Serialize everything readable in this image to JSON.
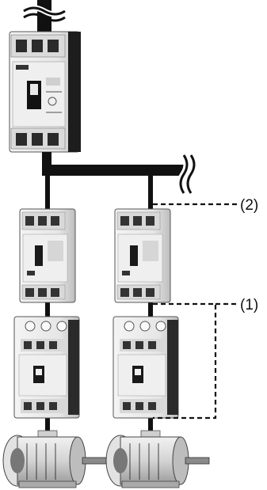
{
  "labels": {
    "l2": "(2)",
    "l1": "(1)"
  },
  "colors": {
    "wire": "#111111",
    "device_body": "#e8e8e8",
    "device_shadow": "#bdbdbd",
    "device_dark": "#2a2a2a",
    "motor_body": "#d6d6d6"
  },
  "components": {
    "main_breaker": "molded-case-circuit-breaker",
    "branch_breakers": 2,
    "contactors": 2,
    "motors": 2
  }
}
